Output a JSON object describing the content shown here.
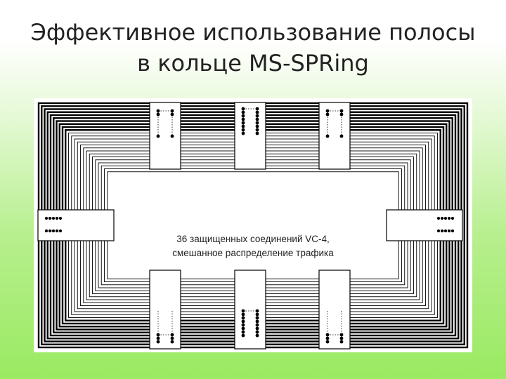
{
  "slide": {
    "title_line1": "Эффективное использование полосы",
    "title_line2": "в кольце MS-SPRing"
  },
  "diagram": {
    "caption_line1": "36 защищенных соединений VC-4,",
    "caption_line2": "смешанное распределение трафика",
    "ring_line_color": "#000000",
    "node_outline_color": "#000000",
    "background_color": "#ffffff"
  }
}
